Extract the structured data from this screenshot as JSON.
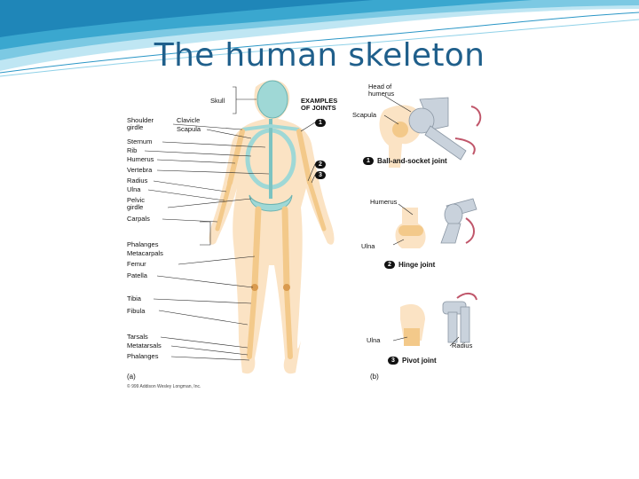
{
  "slide": {
    "title": "The human skeleton"
  },
  "figure": {
    "left_labels": {
      "skull": "Skull",
      "shoulder_girdle": "Shoulder girdle",
      "clavicle": "Clavicle",
      "scapula": "Scapula",
      "sternum": "Sternum",
      "rib": "Rib",
      "humerus": "Humerus",
      "vertebra": "Vertebra",
      "radius": "Radius",
      "ulna": "Ulna",
      "pelvic_girdle": "Pelvic girdle",
      "carpals": "Carpals",
      "phalanges_hand": "Phalanges",
      "metacarpals": "Metacarpals",
      "femur": "Femur",
      "patella": "Patella",
      "tibia": "Tibia",
      "fibula": "Fibula",
      "tarsals": "Tarsals",
      "metatarsals": "Metatarsals",
      "phalanges_foot": "Phalanges"
    },
    "examples_heading": "EXAMPLES OF JOINTS",
    "markers": [
      "1",
      "2",
      "3"
    ],
    "panel_a": "(a)",
    "panel_b": "(b)",
    "copyright": "© 999 Addison Wesley Longman, Inc.",
    "joints": {
      "head_of_humerus": "Head of humerus",
      "scapula": "Scapula",
      "ball_socket": "Ball-and-socket joint",
      "humerus": "Humerus",
      "ulna_hinge": "Ulna",
      "hinge": "Hinge joint",
      "ulna_pivot": "Ulna",
      "radius": "Radius",
      "pivot": "Pivot joint"
    },
    "colors": {
      "bone": "#f3c98a",
      "bone_dark": "#d99a4e",
      "axial": "#9fd8d6",
      "skin": "#fbe3c4",
      "joint_grey": "#c9d2dc"
    }
  }
}
